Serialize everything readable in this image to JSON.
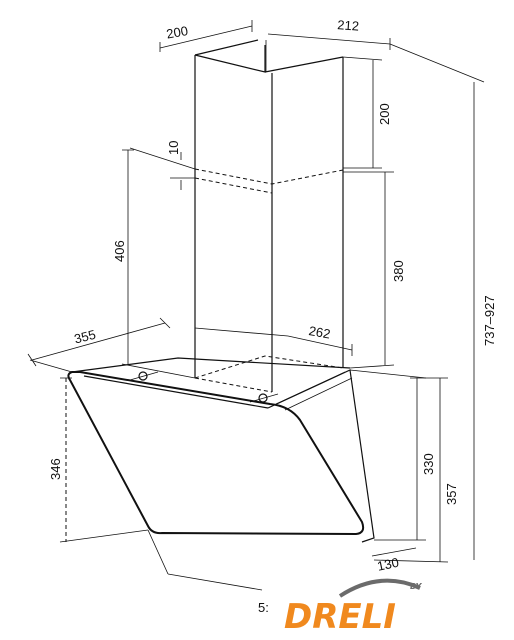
{
  "dimensions": {
    "chimney_width": "200",
    "chimney_depth": "212",
    "upper_chimney_height": "200",
    "overlap": "10",
    "lower_chimney_height": "406",
    "lower_chimney_height_right": "380",
    "total_height": "737–927",
    "hood_width": "355",
    "hood_mount_depth": "262",
    "hood_front_height": "346",
    "hood_inner_height": "330",
    "hood_total_height": "357",
    "hood_bottom_depth": "130",
    "hood_width_partial": "5:"
  },
  "logo": {
    "text": "DRELI",
    "by": "BY",
    "colors": {
      "orange": "#f0891e",
      "gray": "#6b6b6b"
    }
  }
}
